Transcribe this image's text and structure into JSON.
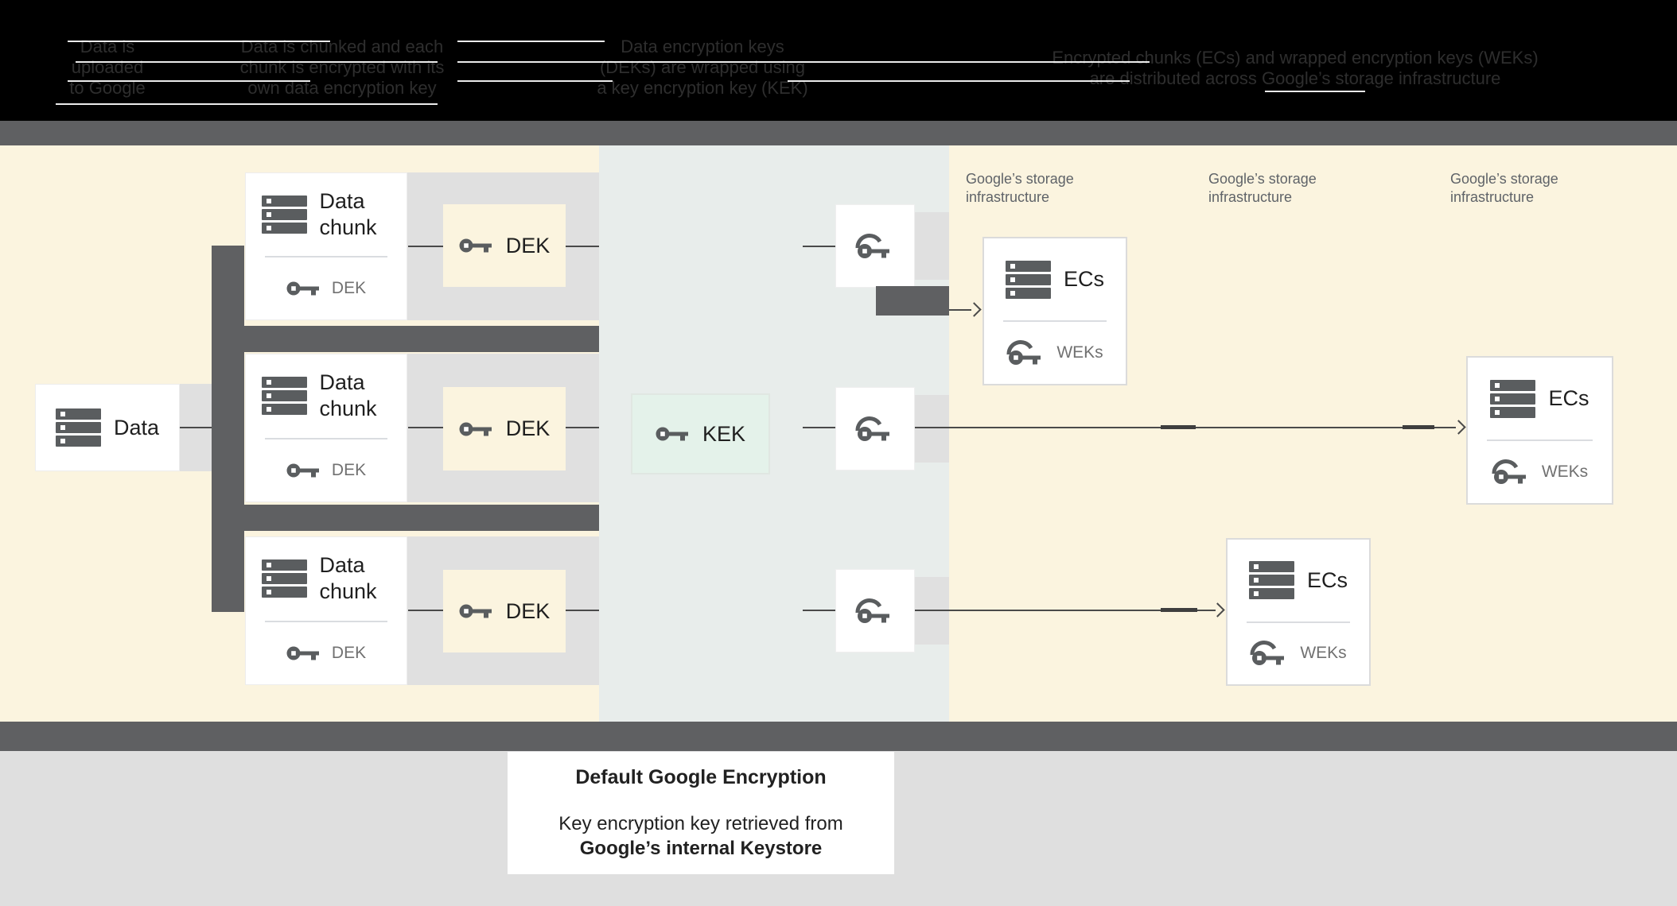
{
  "banner": {
    "steps": [
      {
        "lines": [
          "Data is",
          "uploaded",
          "to Google"
        ]
      },
      {
        "lines": [
          "Data is chunked and each",
          "chunk is encrypted with its",
          "own data encryption key"
        ]
      },
      {
        "lines": [
          "Data encryption keys",
          "(DEKs) are wrapped using",
          "a key encryption key (KEK)"
        ]
      },
      {
        "lines": [
          "Encrypted chunks (ECs) and wrapped encryption keys (WEKs)",
          "are distributed across Google’s storage infrastructure"
        ]
      }
    ]
  },
  "diagram": {
    "data_box": {
      "label": "Data"
    },
    "chunk_box": {
      "label": "Data chunk",
      "key_label": "DEK"
    },
    "dek_box": {
      "label": "DEK"
    },
    "kek_box": {
      "label": "KEK"
    },
    "storage_label": {
      "line1": "Google’s storage",
      "line2": "infrastructure"
    },
    "ecs_box": {
      "label": "ECs",
      "key_label": "WEKs"
    }
  },
  "footer": {
    "title": "Default Google Encryption",
    "subtitle_line1": "Key encryption key retrieved from",
    "subtitle_line2": "Google’s internal Keystore"
  },
  "colors": {
    "cream_bg": "#FBF4DF",
    "panel_bg": "#E8EDEB",
    "kek_bg": "#E4F2EA",
    "band_gray": "#E0E0E0",
    "dark_gray": "#5F6062",
    "icon_gray": "#5A5D5F",
    "label_gray": "#5F6368",
    "footer_bg": "#DFDFDF",
    "banner_bg": "#000000"
  }
}
